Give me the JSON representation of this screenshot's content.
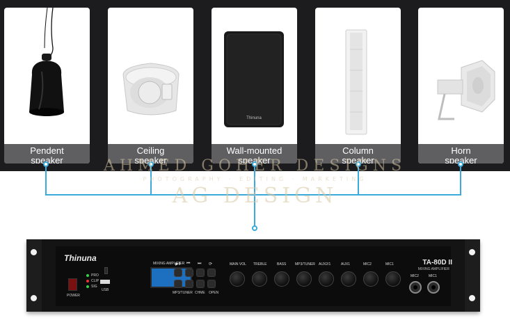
{
  "speakers": [
    {
      "line1": "Pendent",
      "line2": "speaker",
      "icon": "pendant-speaker-icon"
    },
    {
      "line1": "Ceiling",
      "line2": "speaker",
      "icon": "ceiling-speaker-icon"
    },
    {
      "line1": "Wall-mounted",
      "line2": "speaker",
      "icon": "wall-speaker-icon"
    },
    {
      "line1": "Column",
      "line2": "speaker",
      "icon": "column-speaker-icon"
    },
    {
      "line1": "Horn",
      "line2": "speaker",
      "icon": "horn-speaker-icon"
    }
  ],
  "watermark": {
    "line1": "AHMED GOHER DESIGNS",
    "line2": "PHOTOGRAPHY · EDITING · MARKETING",
    "line3": "AG DESIGN"
  },
  "speaker_brand": "Thinuna",
  "amplifier": {
    "brand": "Thinuna",
    "model": "TA-80D II",
    "subtitle": "MIXING AMPLIFIER",
    "screen_title": "MIXING AMPLIFIER",
    "power_label": "POWER",
    "usb_label": "USB",
    "led_labels": [
      "PRO",
      "CLIP",
      "SIG"
    ],
    "control_labels": [
      "MAIN VOL",
      "TREBLE",
      "BASS",
      "MP3/TUNER",
      "AUX2/1",
      "AUX1",
      "MIC2",
      "MIC1"
    ],
    "jack_labels": [
      "MIC2",
      "MIC1"
    ],
    "button_texts": [
      "MP3/TUNER",
      "CHME",
      "OPEN"
    ],
    "accent_color": "#3aa9dc"
  }
}
